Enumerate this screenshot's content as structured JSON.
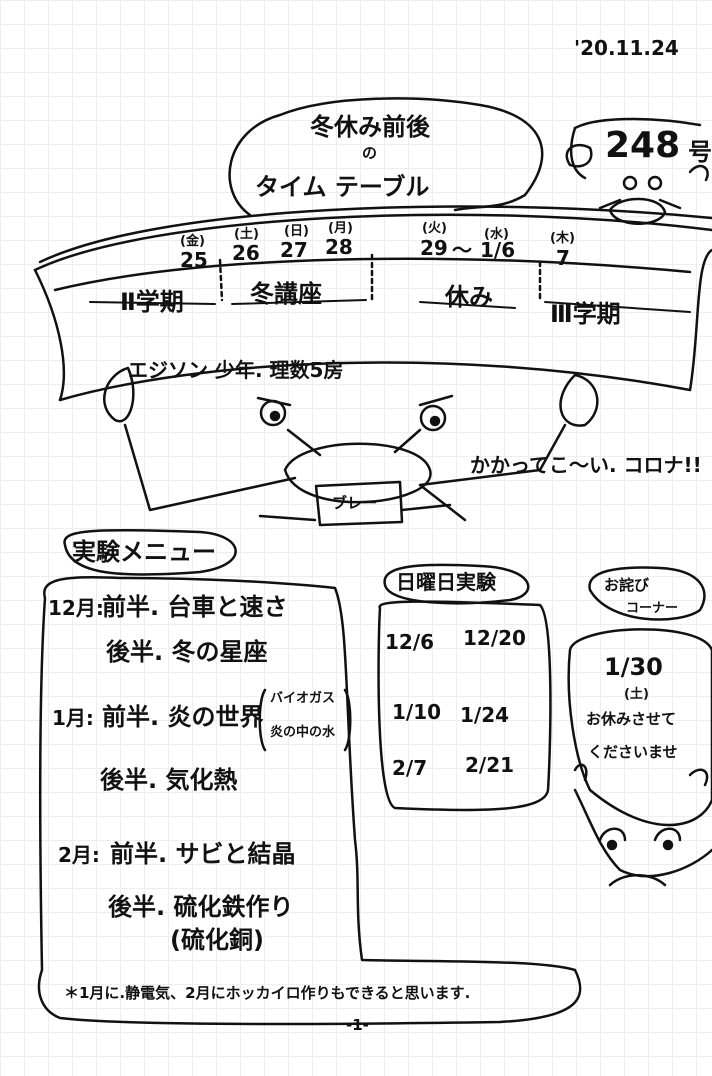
{
  "date": "'20.11.24",
  "issue": {
    "number": "248",
    "suffix": "号"
  },
  "title": {
    "line1": "冬休み前後",
    "line2": "の",
    "line3": "タイム テーブル"
  },
  "timeline": {
    "dates": [
      {
        "dow": "(金)",
        "day": "25"
      },
      {
        "dow": "(土)",
        "day": "26"
      },
      {
        "dow": "(日)",
        "day": "27"
      },
      {
        "dow": "(月)",
        "day": "28"
      },
      {
        "dow": "(火)",
        "day": "29"
      },
      {
        "dow": "(水)",
        "day": "1/6"
      },
      {
        "dow": "(木)",
        "day": "7"
      }
    ],
    "tilde": "〜",
    "periods": [
      "Ⅱ学期",
      "冬講座",
      "休み",
      "Ⅲ学期"
    ],
    "school": "エジソン 少年. 理数5房"
  },
  "mask_text": "ブレー",
  "speech": "かかってこ〜い. コロナ!!",
  "menu": {
    "header": "実験メニュー",
    "items": [
      {
        "month": "12月:",
        "first": "前半. 台車と速さ",
        "second": "後半. 冬の星座"
      },
      {
        "month": "1月:",
        "first": "前半. 炎の世界",
        "extra1": "バイオガス",
        "extra2": "炎の中の水",
        "second": "後半. 気化熱"
      },
      {
        "month": "2月:",
        "first": "前半. サビと結晶",
        "second": "後半. 硫化鉄作り",
        "third": "(硫化銅)"
      }
    ]
  },
  "sunday": {
    "header": "日曜日実験",
    "rows": [
      [
        "12/6",
        "12/20"
      ],
      [
        "1/10",
        "1/24"
      ],
      [
        "2/7",
        "2/21"
      ]
    ]
  },
  "notice": {
    "header1": "お詫び",
    "header2": "コーナー",
    "date": "1/30",
    "dow": "(土)",
    "line1": "お休みさせて",
    "line2": "くださいませ"
  },
  "footnote": "＊1月に.静電気、2月にホッカイロ作りもできると思います.",
  "page": "-1-"
}
